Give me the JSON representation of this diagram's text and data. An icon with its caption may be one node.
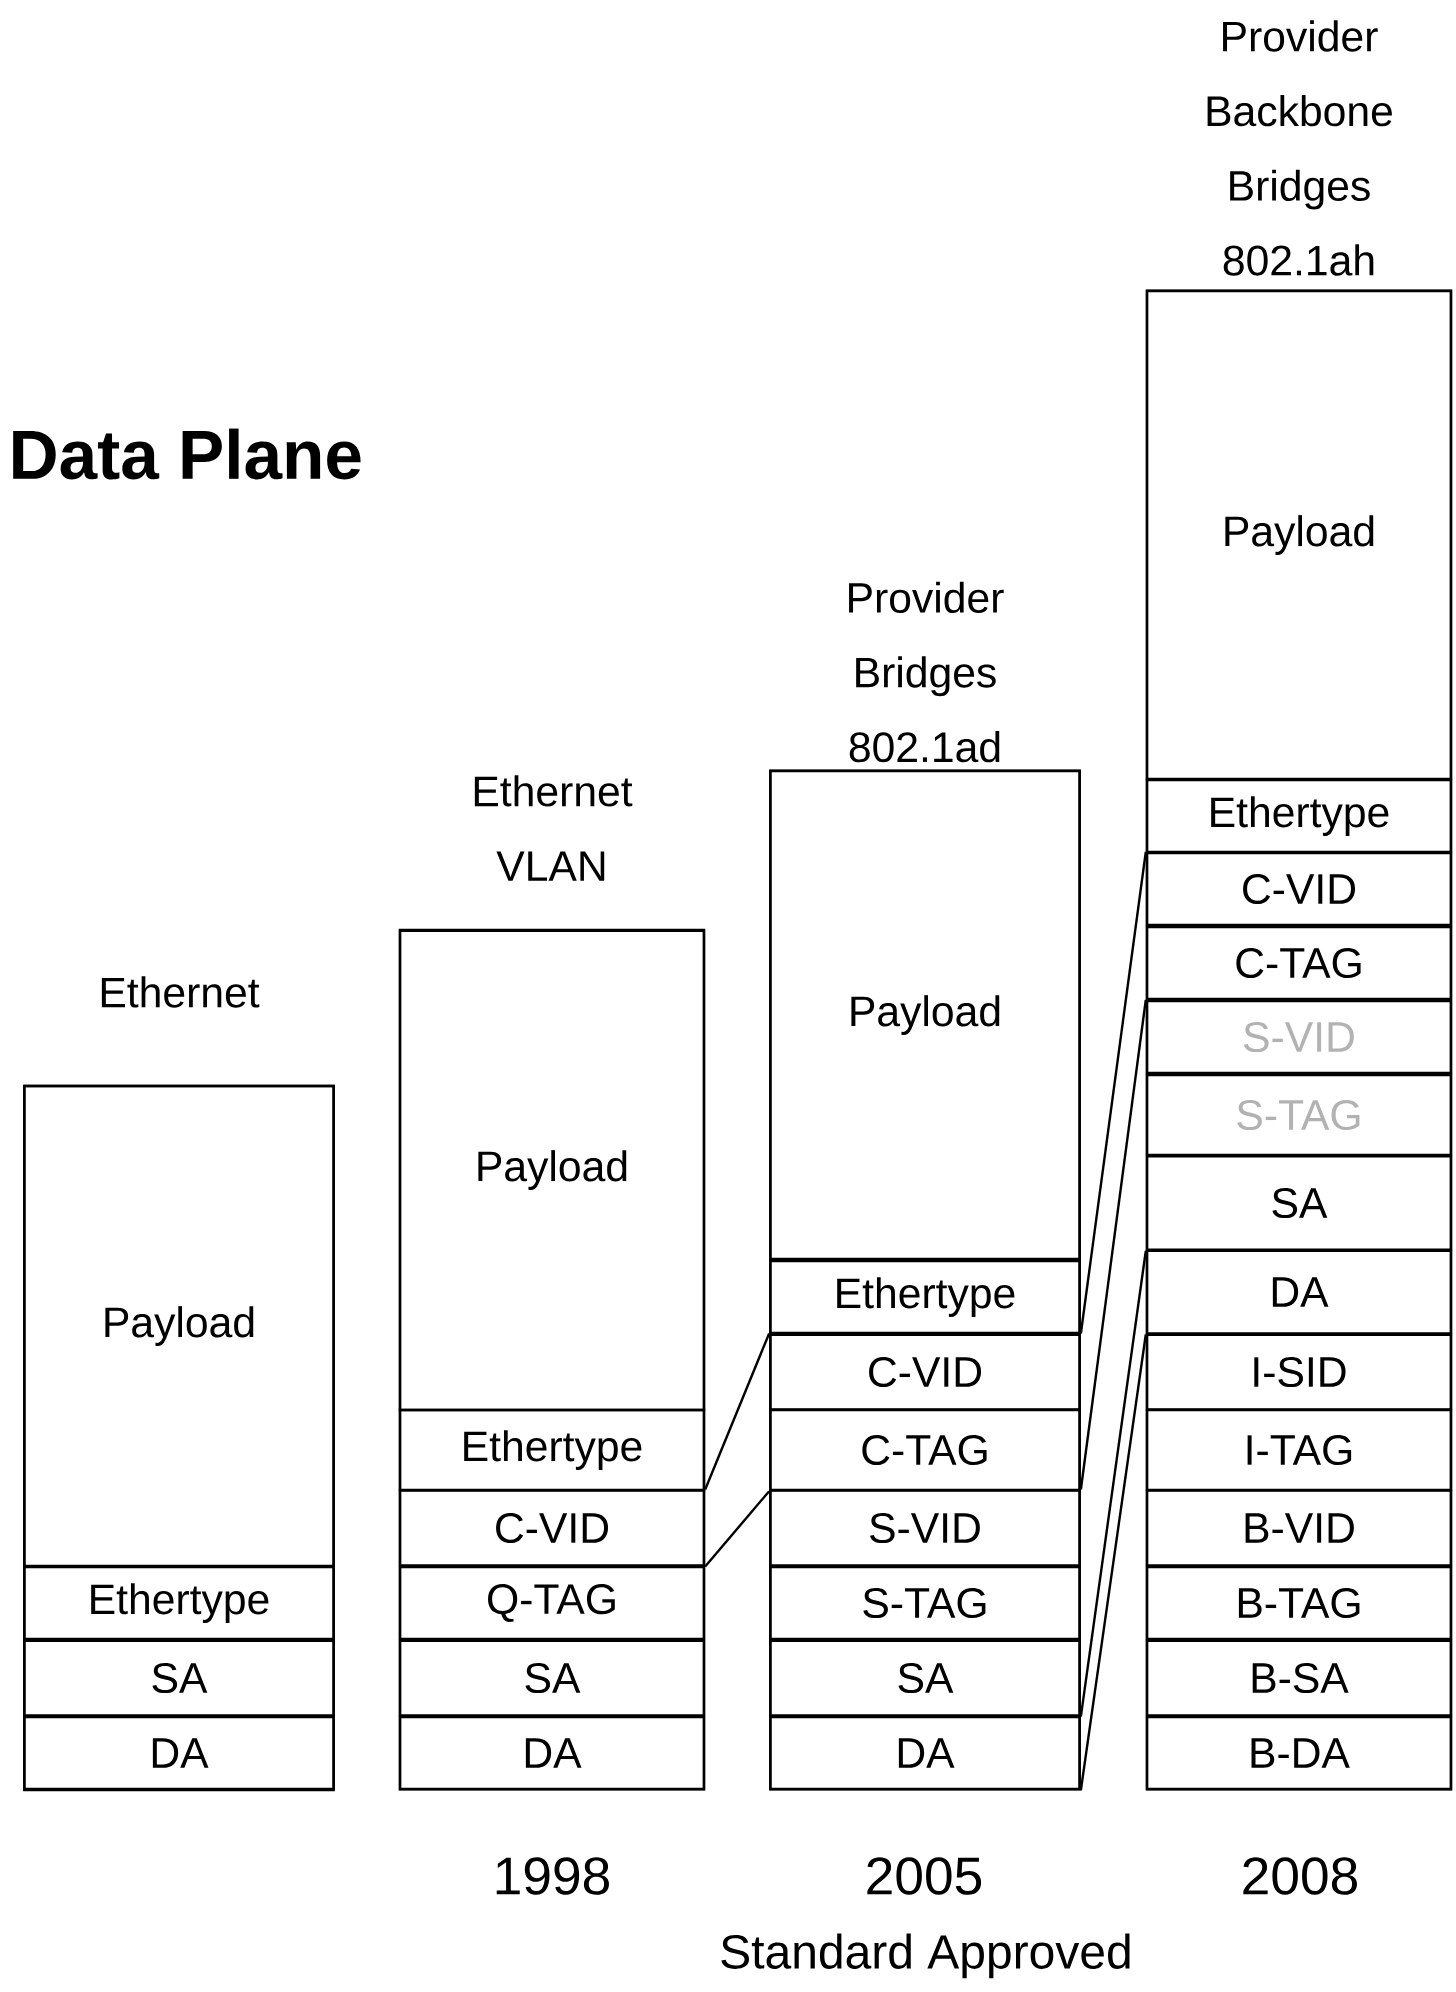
{
  "diagram": {
    "title": "Data Plane",
    "nodes": [
      {
        "text": [
          "Ethernet"
        ]
      },
      {
        "text": [
          "Payload"
        ],
        "in": 0
      },
      {
        "text": [
          "Ethertype"
        ],
        "in": 0
      },
      {
        "text": [
          "SA"
        ],
        "in": 0
      },
      {
        "text": [
          "DA"
        ],
        "in": 0
      },
      {
        "text": [
          "Ethernet VLAN"
        ]
      },
      {
        "text": [
          "Payload"
        ],
        "in": 5
      },
      {
        "text": [
          "Ethertype"
        ],
        "in": 5
      },
      {
        "text": [
          "C-VID"
        ],
        "in": 5
      },
      {
        "text": [
          "Q-TAG"
        ],
        "in": 5
      },
      {
        "text": [
          "SA"
        ],
        "in": 5
      },
      {
        "text": [
          "DA"
        ],
        "in": 5
      },
      {
        "text": [
          "Provider Bridges 802.1ad"
        ]
      },
      {
        "text": [
          "Payload"
        ],
        "in": 12
      },
      {
        "text": [
          "Ethertype"
        ],
        "in": 12
      },
      {
        "text": [
          "C-VID"
        ],
        "in": 12
      },
      {
        "text": [
          "C-TAG"
        ],
        "in": 12
      },
      {
        "text": [
          "S-VID"
        ],
        "in": 12
      },
      {
        "text": [
          "S-TAG"
        ],
        "in": 12
      },
      {
        "text": [
          "SA"
        ],
        "in": 12
      },
      {
        "text": [
          "DA"
        ],
        "in": 12
      },
      {
        "text": [
          "Provider Backbone Bridges 802.1ah"
        ]
      },
      {
        "text": [
          "Payload"
        ],
        "in": 21
      },
      {
        "text": [
          "Ethertype"
        ],
        "in": 21
      },
      {
        "text": [
          "C-VID"
        ],
        "in": 21
      },
      {
        "text": [
          "C-TAG"
        ],
        "in": 21
      },
      {
        "text": [
          "S-VID"
        ],
        "in": 21
      },
      {
        "text": [
          "S-TAG"
        ],
        "in": 21
      },
      {
        "text": [
          "SA"
        ],
        "in": 21
      },
      {
        "text": [
          "DA"
        ],
        "in": 21
      },
      {
        "text": [
          "I-SID"
        ],
        "in": 21
      },
      {
        "text": [
          "I-TAG"
        ],
        "in": 21
      },
      {
        "text": [
          "B-VID"
        ],
        "in": 21
      },
      {
        "text": [
          "B-TAG"
        ],
        "in": 21
      },
      {
        "text": [
          "B-SA"
        ],
        "in": 21
      },
      {
        "text": [
          "B-DA"
        ],
        "in": 21
      }
    ],
    "edges": [
      {
        "from": 8,
        "to": 15,
        "arrow": "none"
      },
      {
        "from": 8,
        "to": 16,
        "arrow": "none"
      },
      {
        "from": 15,
        "to": 24,
        "arrow": "none"
      },
      {
        "from": 17,
        "to": 26,
        "arrow": "none"
      },
      {
        "from": 19,
        "to": 28,
        "arrow": "none"
      },
      {
        "from": 20,
        "to": 29,
        "arrow": "none"
      }
    ],
    "labels": [
      "1998",
      "2005",
      "2008",
      "Standard Approved"
    ]
  }
}
